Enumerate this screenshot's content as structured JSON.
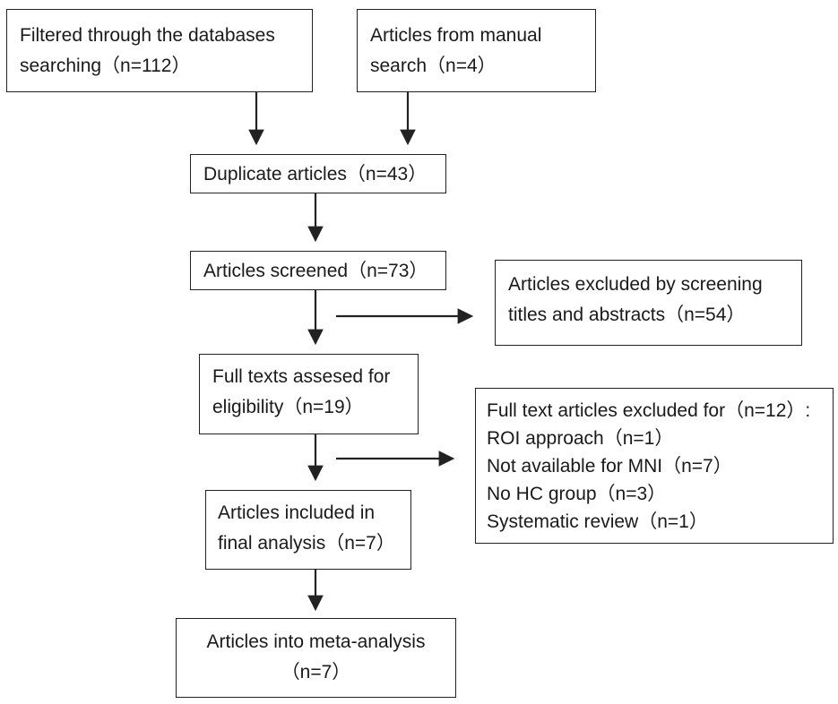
{
  "flowchart": {
    "boxes": {
      "databases": [
        "Filtered through the databases",
        "searching（n=112）"
      ],
      "manual": [
        "Articles from manual",
        "search（n=4）"
      ],
      "duplicates": [
        "Duplicate articles（n=43）"
      ],
      "screened": [
        "Articles screened（n=73）"
      ],
      "excluded_screening": [
        "Articles excluded by screening",
        "titles and abstracts（n=54）"
      ],
      "full_texts": [
        "Full texts assesed for",
        "eligibility（n=19）"
      ],
      "excluded_fulltext": [
        "Full text articles excluded for（n=12）:",
        "ROI approach（n=1）",
        "Not available for MNI（n=7）",
        "No HC group（n=3）",
        "Systematic review（n=1）"
      ],
      "included": [
        "Articles included in",
        "final analysis（n=7）"
      ],
      "meta": [
        "Articles into meta-analysis",
        "（n=7）"
      ]
    },
    "colors": {
      "stroke": "#222222",
      "text": "#1a1a1a",
      "background": "#ffffff"
    }
  }
}
